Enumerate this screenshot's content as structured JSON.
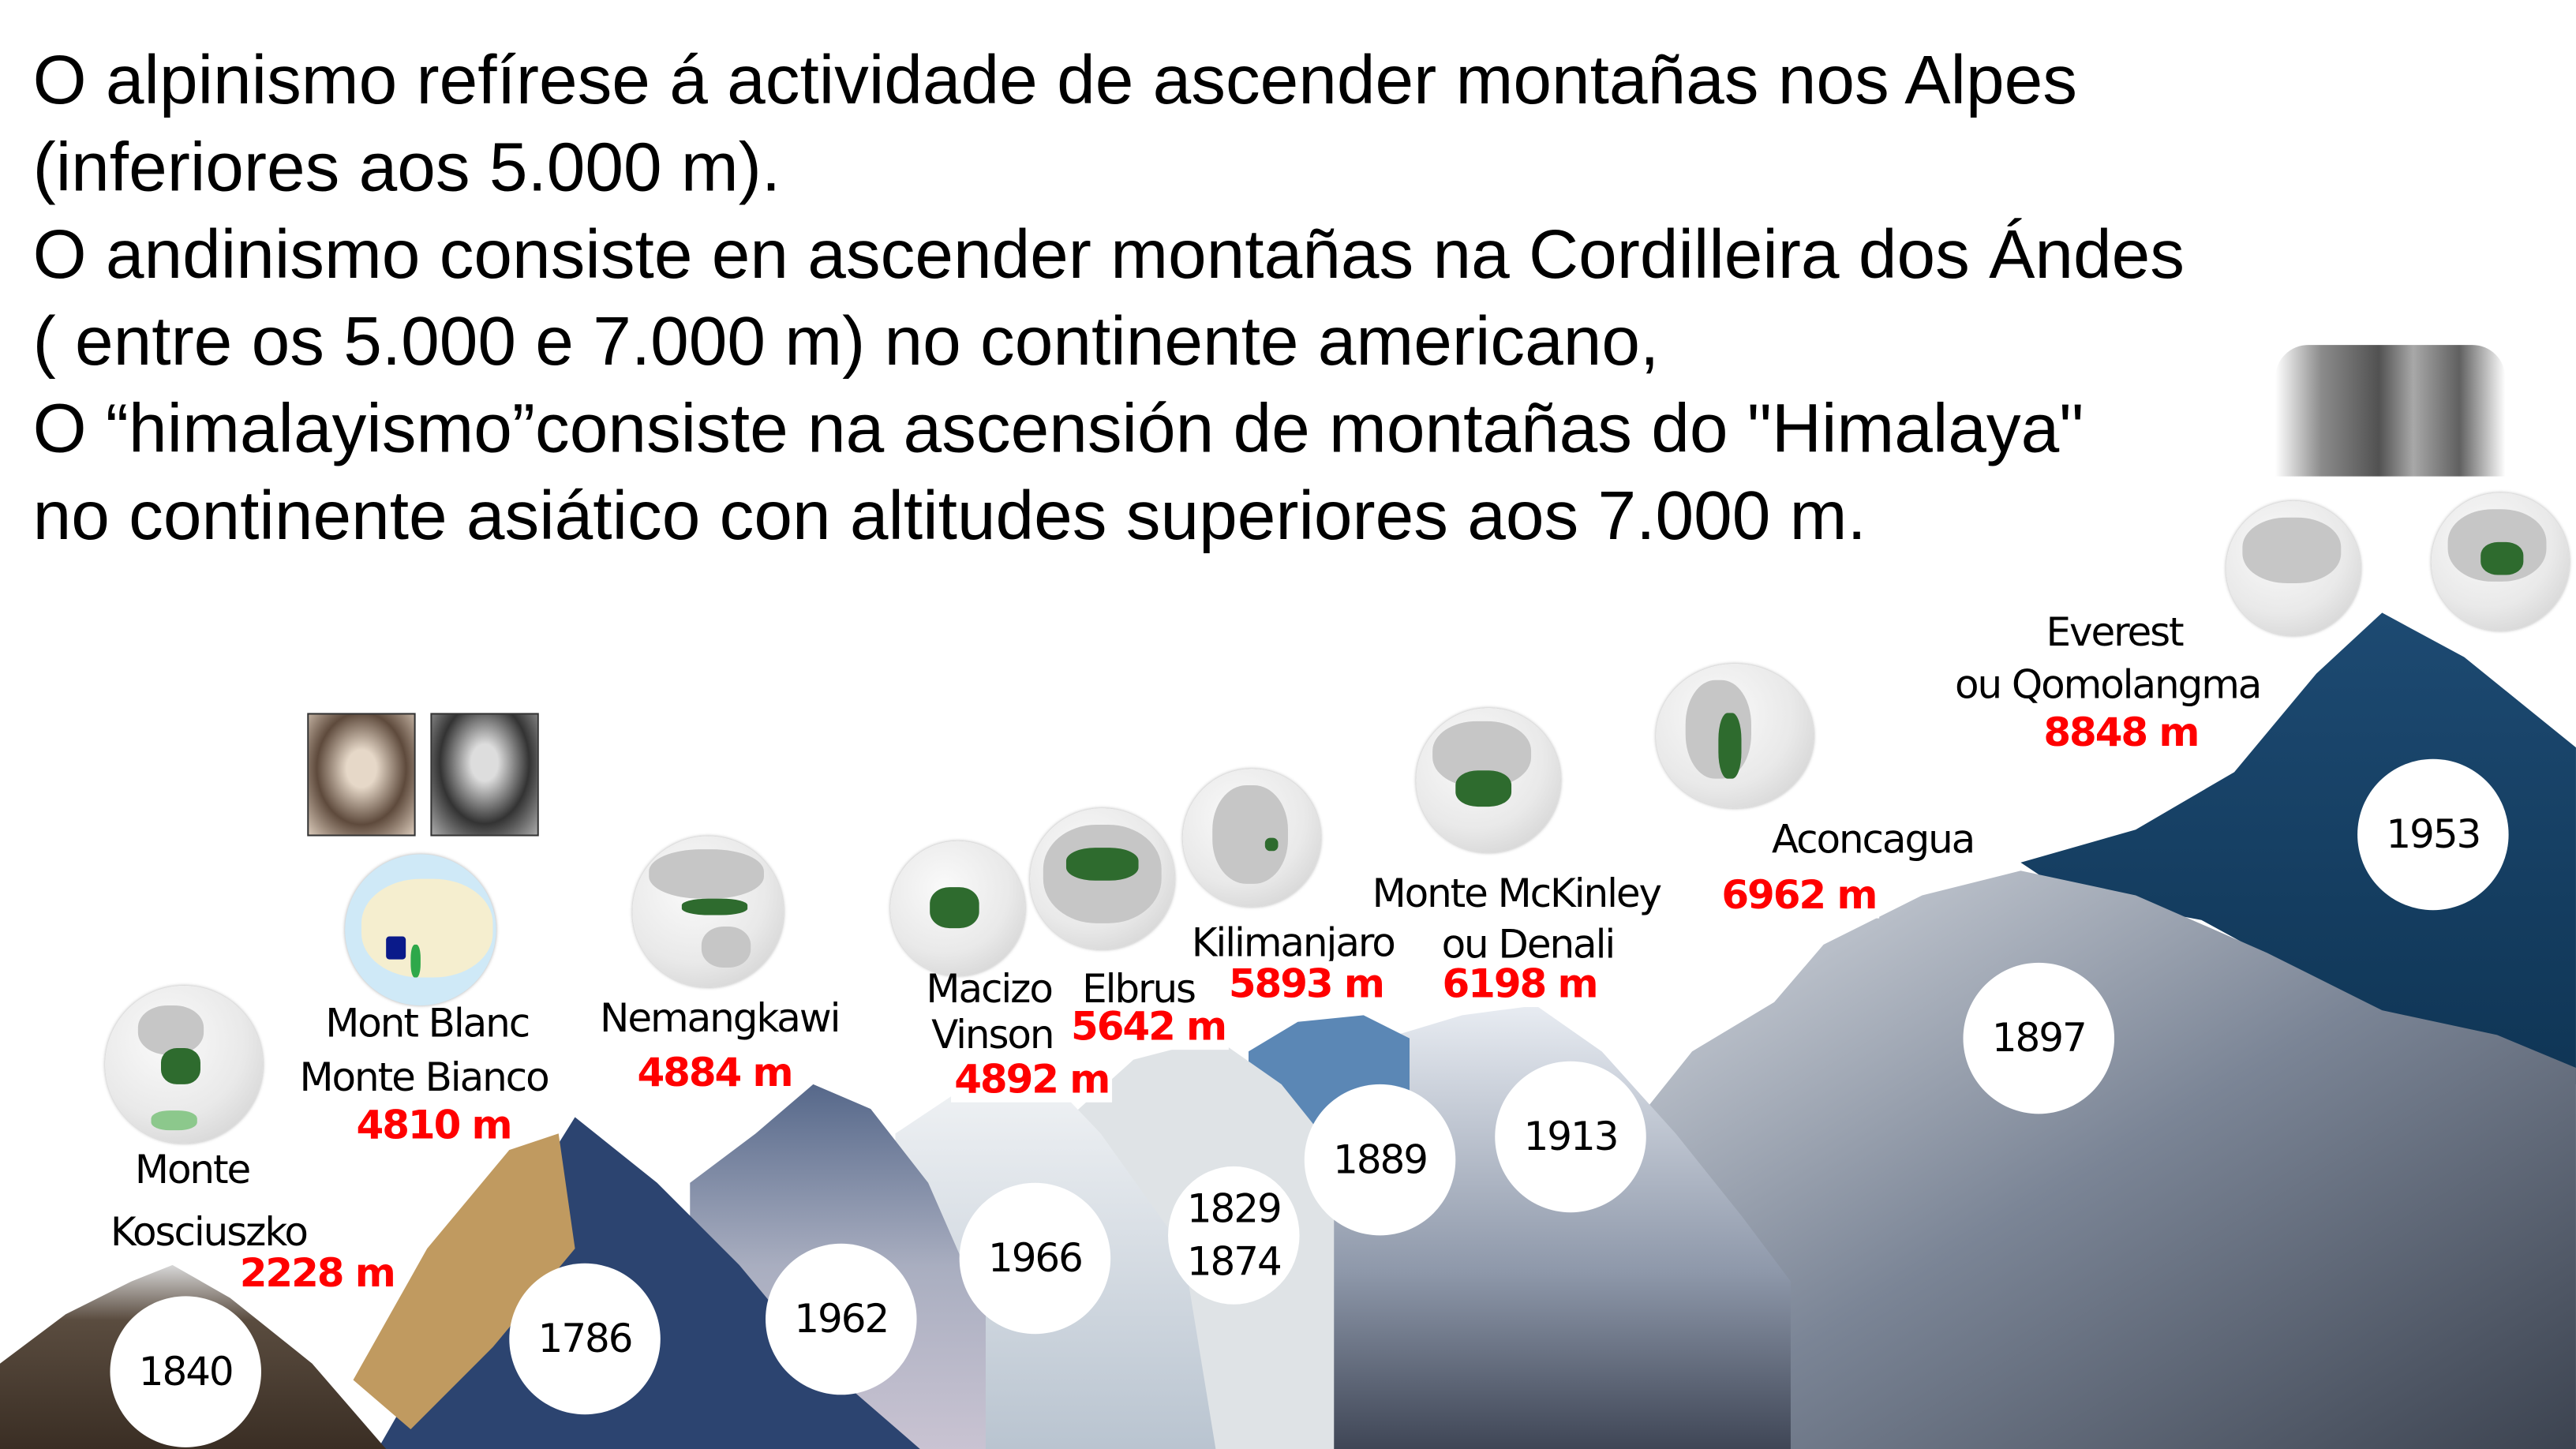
{
  "intro_lines": [
    "O alpinismo refírese á actividade de ascender montañas nos Alpes",
    "(inferiores aos 5.000 m).",
    "O andinismo consiste en ascender montañas na Cordilleira dos Ándes",
    "( entre os 5.000 e 7.000 m) no continente americano,",
    "O “himalayismo”consiste na ascensión de montañas do \"Himalaya\"",
    "no continente asiático con altitudes superiores aos 7.000 m."
  ],
  "mountains": [
    {
      "name": [
        "Monte",
        "Kosciuszko"
      ],
      "altitude": "2228 m",
      "year": [
        "1840"
      ]
    },
    {
      "name": [
        "Mont Blanc",
        "Monte Bianco"
      ],
      "altitude": "4810 m",
      "year": [
        "1786"
      ]
    },
    {
      "name": [
        "Nemangkawi"
      ],
      "altitude": "4884 m",
      "year": [
        "1962"
      ]
    },
    {
      "name": [
        "Macizo",
        "Vinson"
      ],
      "altitude": "4892 m",
      "year": [
        "1966"
      ]
    },
    {
      "name": [
        "Elbrus"
      ],
      "altitude": "5642 m",
      "year": [
        "1829",
        "1874"
      ]
    },
    {
      "name": [
        "Kilimanjaro"
      ],
      "altitude": "5893 m",
      "year": [
        "1889"
      ]
    },
    {
      "name": [
        "Monte McKinley",
        "ou Denali"
      ],
      "altitude": "6198 m",
      "year": [
        "1913"
      ]
    },
    {
      "name": [
        "Aconcagua"
      ],
      "altitude": "6962 m",
      "year": [
        "1897"
      ]
    },
    {
      "name": [
        "Everest",
        "ou Qomolangma"
      ],
      "altitude": "8848 m",
      "year": [
        "1953"
      ]
    }
  ],
  "colors": {
    "altitude": "#ff0000",
    "highlight": "#2e6b2e",
    "globe": "#e6e6e6"
  }
}
